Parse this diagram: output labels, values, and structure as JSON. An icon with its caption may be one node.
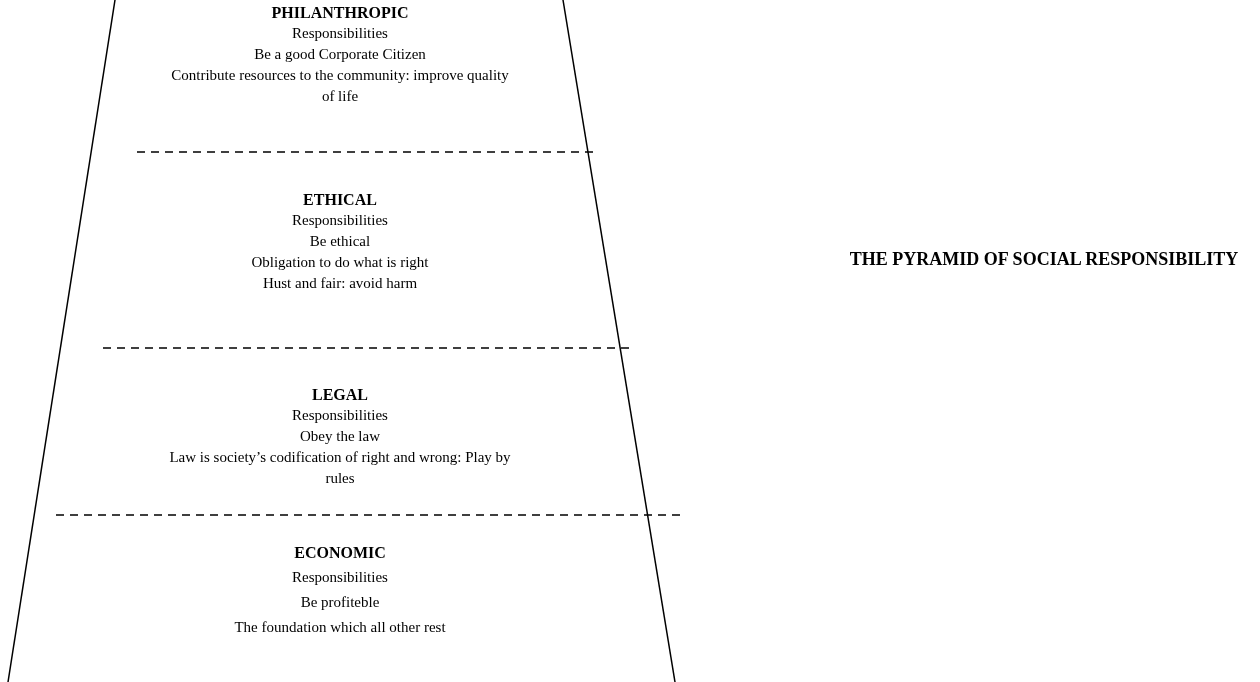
{
  "diagram": {
    "title": "THE PYRAMID OF SOCIAL RESPONSIBILITY",
    "nodes": [
      {
        "text": [
          "PHILANTHROPIC",
          "Responsibilities",
          "Be a good Corporate Citizen",
          "Contribute resources to the community: improve quality of life"
        ]
      },
      {
        "text": [
          "ETHICAL",
          "Responsibilities",
          "Be ethical",
          "Obligation to do what is right",
          "Hust and fair: avoid harm"
        ]
      },
      {
        "text": [
          "LEGAL",
          "Responsibilities",
          "Obey the law",
          "Law is society’s codification of right and wrong: Play by rules"
        ]
      },
      {
        "text": [
          "ECONOMIC",
          "Responsibilities",
          "Be profiteble",
          "The foundation which all other rest"
        ]
      }
    ]
  }
}
